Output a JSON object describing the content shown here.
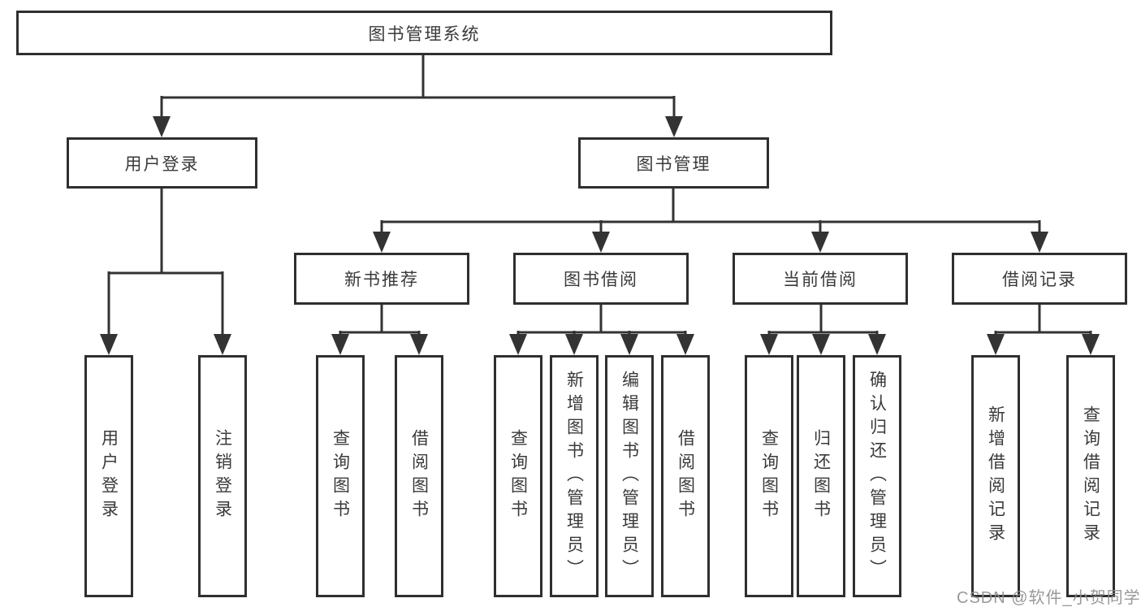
{
  "diagram": {
    "root": {
      "label": "图书管理系统"
    },
    "level2": [
      {
        "label": "用户登录",
        "children": [
          {
            "label": "用户登录"
          },
          {
            "label": "注销登录"
          }
        ]
      },
      {
        "label": "图书管理",
        "children": [
          {
            "label": "新书推荐",
            "children": [
              {
                "label": "查询图书"
              },
              {
                "label": "借阅图书"
              }
            ]
          },
          {
            "label": "图书借阅",
            "children": [
              {
                "label": "查询图书"
              },
              {
                "label": "新增图书（管理员）"
              },
              {
                "label": "编辑图书（管理员）"
              },
              {
                "label": "借阅图书"
              }
            ]
          },
          {
            "label": "当前借阅",
            "children": [
              {
                "label": "查询图书"
              },
              {
                "label": "归还图书"
              },
              {
                "label": "确认归还（管理员）"
              }
            ]
          },
          {
            "label": "借阅记录",
            "children": [
              {
                "label": "新增借阅记录"
              },
              {
                "label": "查询借阅记录"
              }
            ]
          }
        ]
      }
    ]
  },
  "watermark": "CSDN @软件_小贺同学",
  "colors": {
    "line": "#333333",
    "box_border": "#2f2f2f",
    "box_fill": "#ffffff",
    "text": "#3a3a3a",
    "watermark": "#8e8e8e"
  }
}
